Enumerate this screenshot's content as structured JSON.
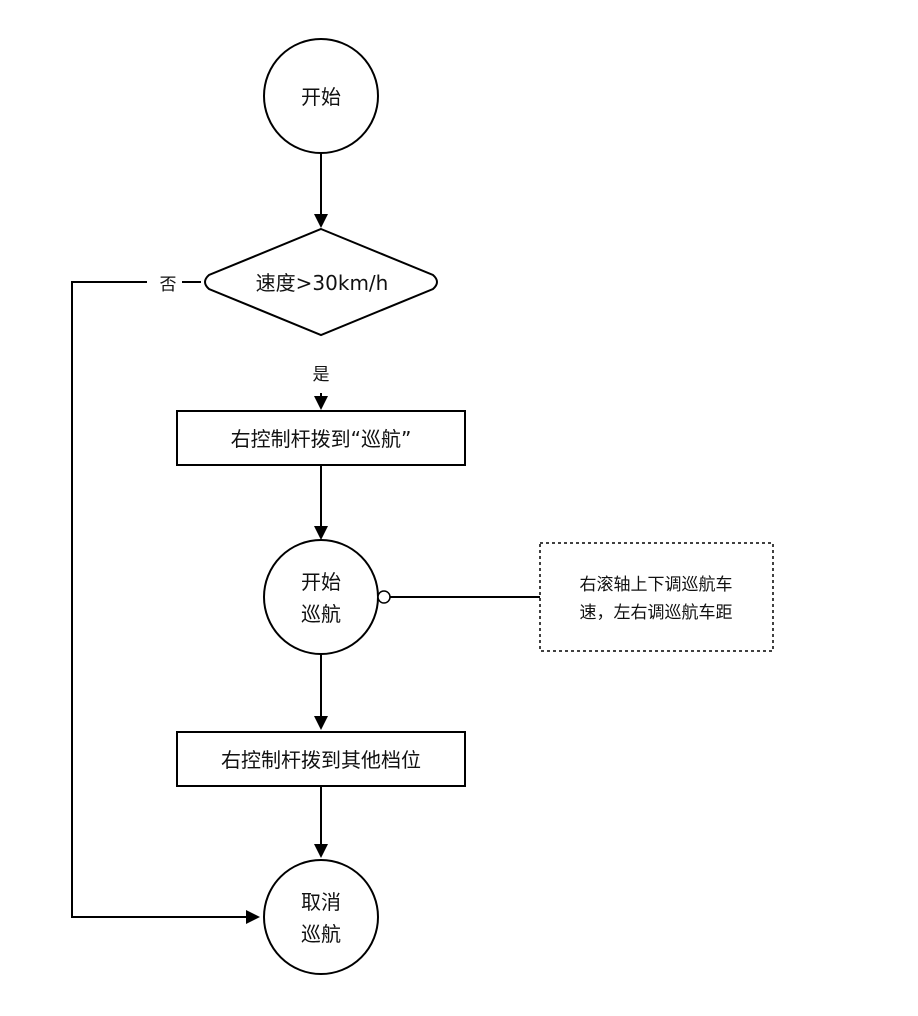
{
  "flowchart": {
    "start": {
      "label": "开始"
    },
    "decision": {
      "label": "速度>30km/h",
      "no_label": "否",
      "yes_label": "是"
    },
    "step1": {
      "label": "右控制杆拨到“巡航”"
    },
    "cruise": {
      "line1": "开始",
      "line2": "巡航"
    },
    "note": {
      "line1": "右滚轴上下调巡航车",
      "line2": "速，左右调巡航车距"
    },
    "step2": {
      "label": "右控制杆拨到其他档位"
    },
    "cancel": {
      "line1": "取消",
      "line2": "巡航"
    }
  },
  "colors": {
    "stroke": "#000000",
    "text": "#111111",
    "background": "#ffffff"
  }
}
